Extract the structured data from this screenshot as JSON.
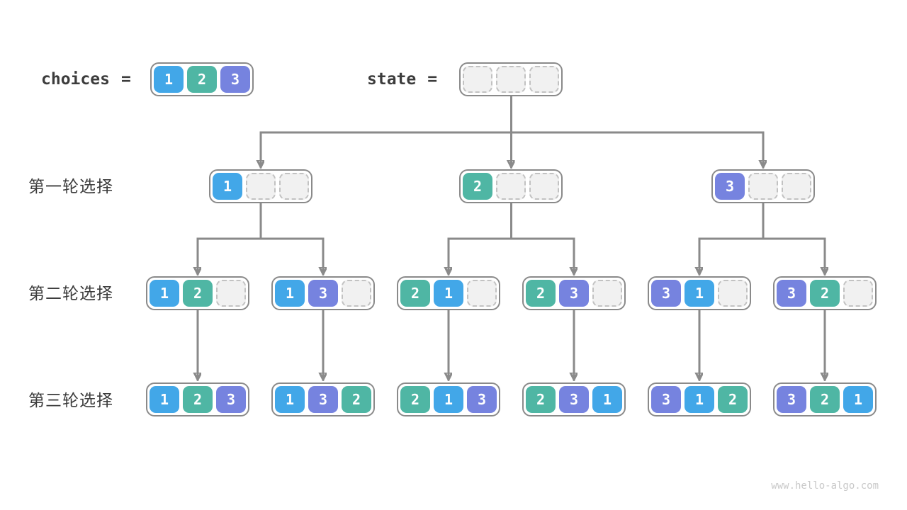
{
  "palette": {
    "1": "#42a7e8",
    "2": "#4fb6a4",
    "3": "#7683df",
    "empty_bg": "#f1f1f1",
    "empty_border": "#c2c2c2",
    "frame": "#8a8a8a",
    "arrow": "#8a8a8a",
    "label_text": "#3c3c3c",
    "watermark_text": "#c9c9c9"
  },
  "header": {
    "choices_label": "choices",
    "equals": "=",
    "choices_cells": [
      "1",
      "2",
      "3"
    ],
    "state_label": "state",
    "state_cells": [
      "",
      "",
      ""
    ]
  },
  "rows": [
    {
      "label": "第一轮选择",
      "nodes": [
        [
          "1",
          "",
          ""
        ],
        [
          "2",
          "",
          ""
        ],
        [
          "3",
          "",
          ""
        ]
      ]
    },
    {
      "label": "第二轮选择",
      "nodes": [
        [
          "1",
          "2",
          ""
        ],
        [
          "1",
          "3",
          ""
        ],
        [
          "2",
          "1",
          ""
        ],
        [
          "2",
          "3",
          ""
        ],
        [
          "3",
          "1",
          ""
        ],
        [
          "3",
          "2",
          ""
        ]
      ]
    },
    {
      "label": "第三轮选择",
      "nodes": [
        [
          "1",
          "2",
          "3"
        ],
        [
          "1",
          "3",
          "2"
        ],
        [
          "2",
          "1",
          "3"
        ],
        [
          "2",
          "3",
          "1"
        ],
        [
          "3",
          "1",
          "2"
        ],
        [
          "3",
          "2",
          "1"
        ]
      ]
    }
  ],
  "footer": {
    "watermark": "www.hello-algo.com"
  }
}
